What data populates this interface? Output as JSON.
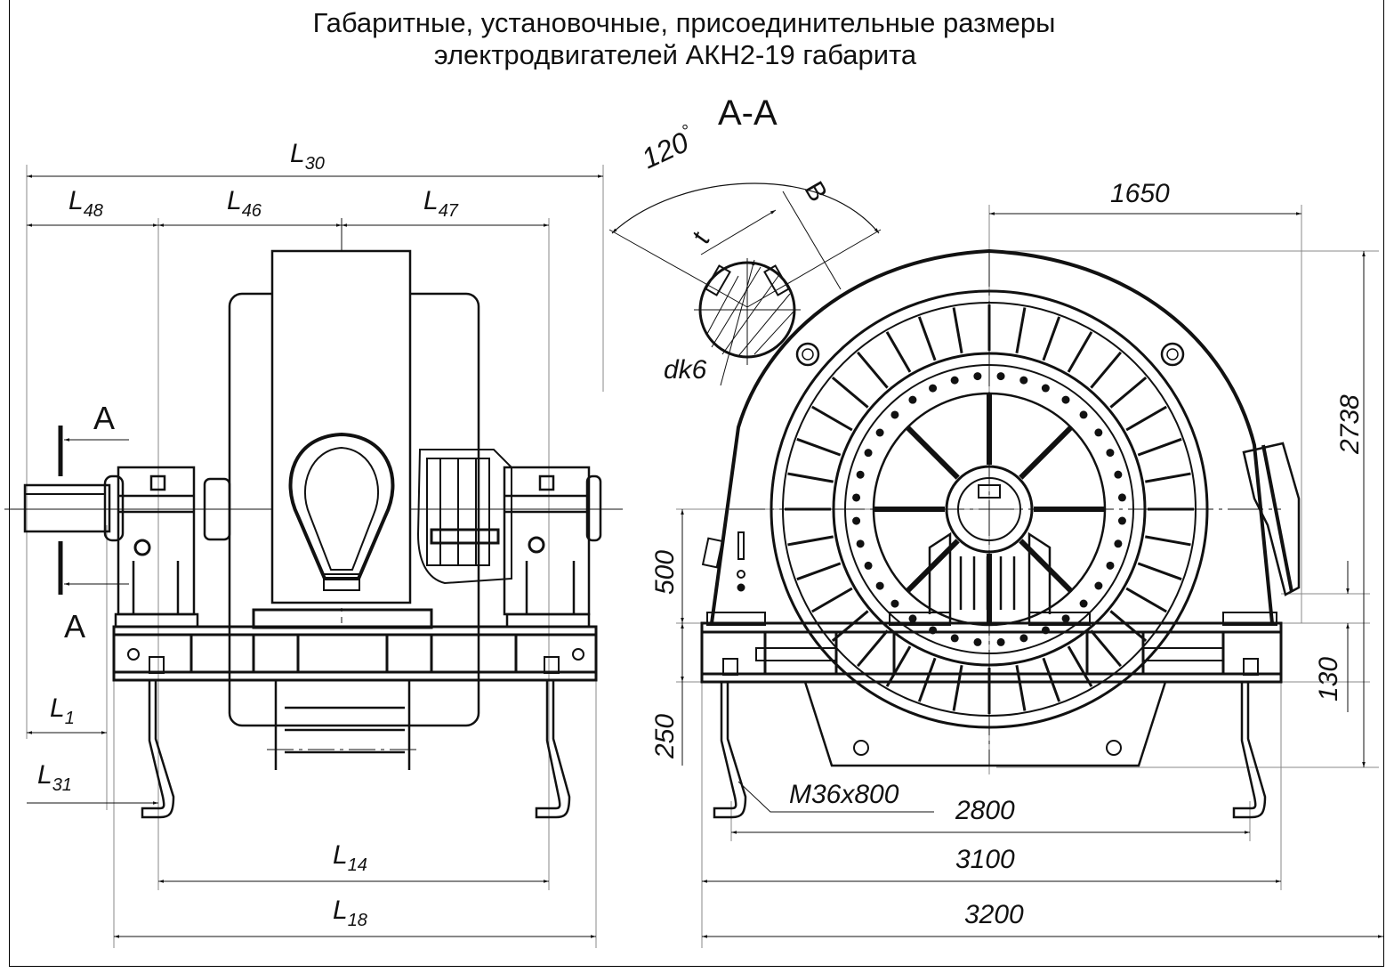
{
  "title": {
    "line1": "Габаритные, установочные, присоединительные размеры",
    "line2": "электродвигателей АКН2-19 габарита"
  },
  "section_label": "А-А",
  "section_marks": {
    "top": "А",
    "bottom": "А"
  },
  "left_view": {
    "dimensions": {
      "L30": {
        "base": "L",
        "sub": "30"
      },
      "L48": {
        "base": "L",
        "sub": "48"
      },
      "L46": {
        "base": "L",
        "sub": "46"
      },
      "L47": {
        "base": "L",
        "sub": "47"
      },
      "L1": {
        "base": "L",
        "sub": "1"
      },
      "L31": {
        "base": "L",
        "sub": "31"
      },
      "L14": {
        "base": "L",
        "sub": "14"
      },
      "L18": {
        "base": "L",
        "sub": "18"
      }
    }
  },
  "right_view": {
    "shaft_detail": {
      "angle": "120",
      "angle_unit": "°",
      "key_depth": "t",
      "key_width": "B",
      "diameter": "dk6"
    },
    "dimensions": {
      "width_half": "1650",
      "height_total": "2738",
      "height_500": "500",
      "height_130": "130",
      "height_250": "250",
      "bolt": "M36x800",
      "width_2800": "2800",
      "width_3100": "3100",
      "width_3200": "3200"
    }
  }
}
